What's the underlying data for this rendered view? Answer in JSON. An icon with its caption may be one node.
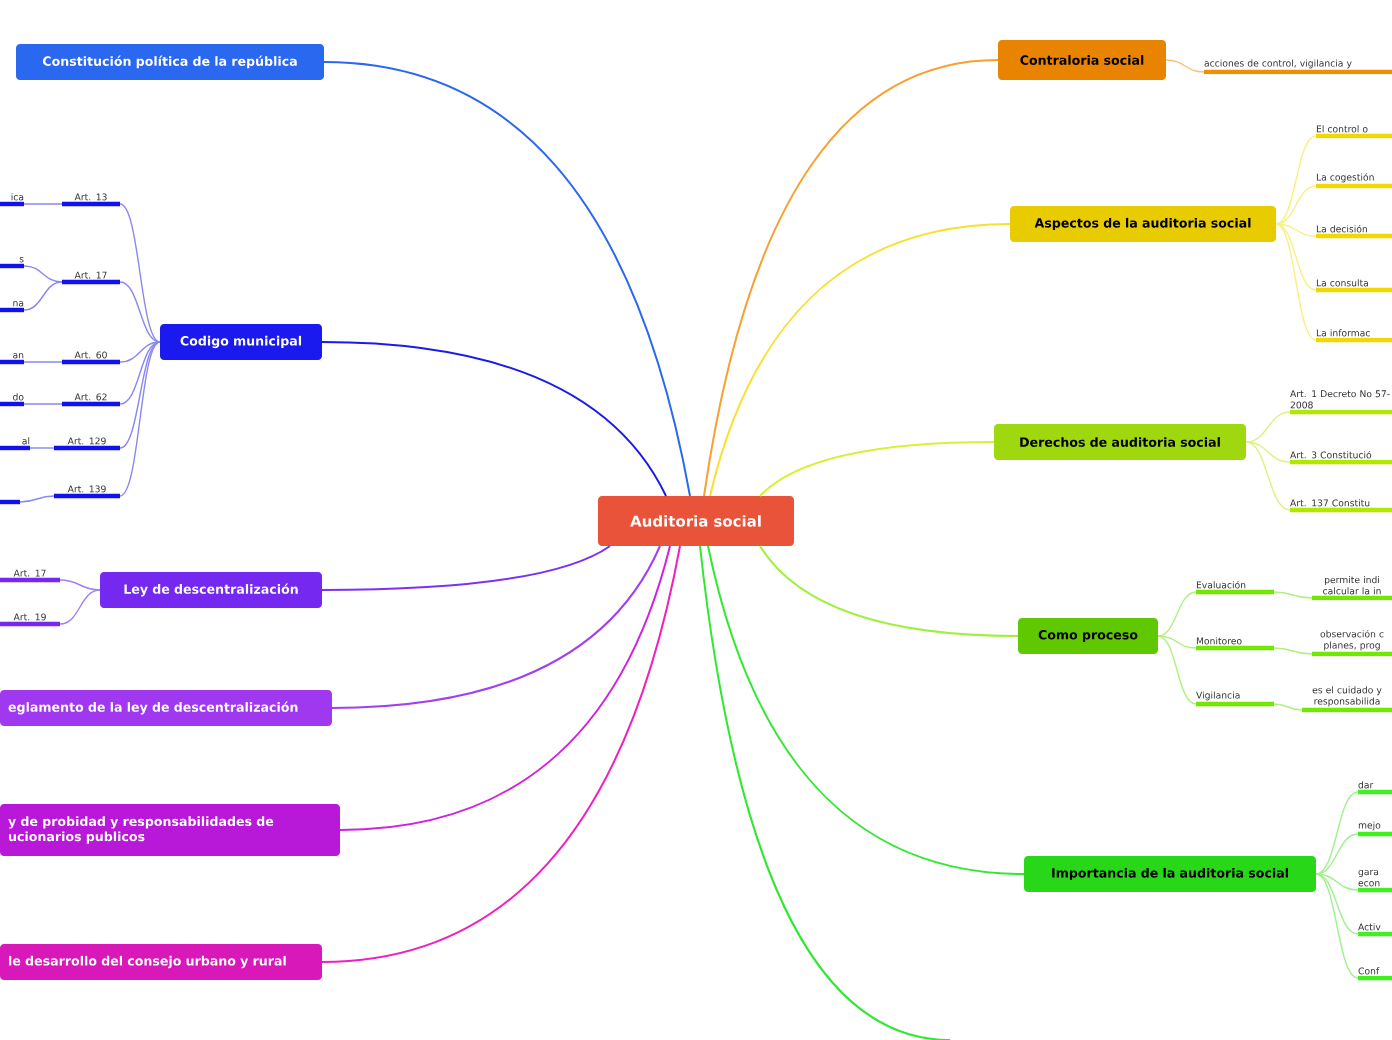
{
  "diagram": {
    "nodes": [
      {
        "text": [
          "Auditoria social"
        ]
      },
      {
        "text": [
          "Constitución política de la república"
        ]
      },
      {
        "text": [
          "Codigo municipal"
        ]
      },
      {
        "text": [
          "Art. 13"
        ]
      },
      {
        "text": [
          "ica"
        ]
      },
      {
        "text": [
          "Art. 17"
        ]
      },
      {
        "text": [
          "s"
        ]
      },
      {
        "text": [
          "na"
        ]
      },
      {
        "text": [
          "Art. 60"
        ]
      },
      {
        "text": [
          "an"
        ]
      },
      {
        "text": [
          "Art. 62"
        ]
      },
      {
        "text": [
          "do"
        ]
      },
      {
        "text": [
          "Art. 129"
        ]
      },
      {
        "text": [
          "al"
        ]
      },
      {
        "text": [
          "Art. 139"
        ]
      },
      {
        "text": [],
        "shape": "bar"
      },
      {
        "text": [
          "Ley de descentralización"
        ]
      },
      {
        "text": [
          "Art. 17"
        ]
      },
      {
        "text": [
          "Art. 19"
        ]
      },
      {
        "text": [
          "eglamento de la ley de descentralización"
        ]
      },
      {
        "text": [
          "y de probidad y responsabilidades de ucionarios publicos"
        ]
      },
      {
        "text": [
          "le desarrollo del consejo urbano y rural"
        ]
      },
      {
        "text": [
          "Contraloria social"
        ]
      },
      {
        "text": [
          "acciones de control, vigilancia y"
        ]
      },
      {
        "text": [
          "Aspectos de la auditoria social"
        ]
      },
      {
        "text": [
          "El control o"
        ]
      },
      {
        "text": [
          "La cogestión"
        ]
      },
      {
        "text": [
          "La decisión"
        ]
      },
      {
        "text": [
          "La consulta"
        ]
      },
      {
        "text": [
          "La informac"
        ]
      },
      {
        "text": [
          "Derechos de auditoria social"
        ]
      },
      {
        "text": [
          "Art. 1 Decreto No 57-2008"
        ]
      },
      {
        "text": [
          "Art. 3 Constitució"
        ]
      },
      {
        "text": [
          "Art. 137 Constitu"
        ]
      },
      {
        "text": [
          "Como proceso"
        ]
      },
      {
        "text": [
          "Evaluación"
        ]
      },
      {
        "text": [
          "permite indi calcular la in"
        ]
      },
      {
        "text": [
          "Monitoreo"
        ]
      },
      {
        "text": [
          "observación c planes, prog"
        ]
      },
      {
        "text": [
          "Vigilancia"
        ]
      },
      {
        "text": [
          "es el cuidado y responsabilida"
        ]
      },
      {
        "text": [
          "Importancia de la auditoria social"
        ]
      },
      {
        "text": [
          "dar"
        ]
      },
      {
        "text": [
          "mejo"
        ]
      },
      {
        "text": [
          "gara econ"
        ]
      },
      {
        "text": [
          "Activ"
        ]
      },
      {
        "text": [
          "Conf"
        ]
      }
    ],
    "edges": [
      {
        "from": 0,
        "to": 1,
        "arrow": "none",
        "color": "#2a68f0"
      },
      {
        "from": 0,
        "to": 2,
        "arrow": "none",
        "color": "#1a1aee"
      },
      {
        "from": 0,
        "to": 16,
        "arrow": "none",
        "color": "#7a30f5"
      },
      {
        "from": 0,
        "to": 19,
        "arrow": "none",
        "color": "#a040f0"
      },
      {
        "from": 0,
        "to": 20,
        "arrow": "none",
        "color": "#d020e0"
      },
      {
        "from": 0,
        "to": 21,
        "arrow": "none",
        "color": "#f020c0"
      },
      {
        "from": 0,
        "to": 22,
        "arrow": "none",
        "color": "#f8a030"
      },
      {
        "from": 0,
        "to": 24,
        "arrow": "none",
        "color": "#f8e030"
      },
      {
        "from": 0,
        "to": 30,
        "arrow": "none",
        "color": "#d8f030"
      },
      {
        "from": 0,
        "to": 34,
        "arrow": "none",
        "color": "#a0f040"
      },
      {
        "from": 0,
        "to": 41,
        "arrow": "none",
        "color": "#30e830"
      },
      {
        "from": 0,
        "to": null,
        "arrow": "none",
        "color": "#30e830"
      },
      {
        "from": 2,
        "to": 3,
        "arrow": "none",
        "color": "#8888f0"
      },
      {
        "from": 3,
        "to": 4,
        "arrow": "none",
        "color": "#8888f0"
      },
      {
        "from": 2,
        "to": 5,
        "arrow": "none",
        "color": "#8888f0"
      },
      {
        "from": 5,
        "to": 6,
        "arrow": "none",
        "color": "#8888f0"
      },
      {
        "from": 5,
        "to": 7,
        "arrow": "none",
        "color": "#8888f0"
      },
      {
        "from": 2,
        "to": 8,
        "arrow": "none",
        "color": "#8888f0"
      },
      {
        "from": 8,
        "to": 9,
        "arrow": "none",
        "color": "#8888f0"
      },
      {
        "from": 2,
        "to": 10,
        "arrow": "none",
        "color": "#8888f0"
      },
      {
        "from": 10,
        "to": 11,
        "arrow": "none",
        "color": "#8888f0"
      },
      {
        "from": 2,
        "to": 12,
        "arrow": "none",
        "color": "#8888f0"
      },
      {
        "from": 12,
        "to": 13,
        "arrow": "none",
        "color": "#8888f0"
      },
      {
        "from": 2,
        "to": 14,
        "arrow": "none",
        "color": "#8888f0"
      },
      {
        "from": 14,
        "to": 15,
        "arrow": "none",
        "color": "#8888f0"
      },
      {
        "from": 16,
        "to": 17,
        "arrow": "none",
        "color": "#a080f0"
      },
      {
        "from": 16,
        "to": 18,
        "arrow": "none",
        "color": "#a080f0"
      },
      {
        "from": 22,
        "to": 23,
        "arrow": "none",
        "color": "#f8c070"
      },
      {
        "from": 24,
        "to": 25,
        "arrow": "none",
        "color": "#f8f080"
      },
      {
        "from": 24,
        "to": 26,
        "arrow": "none",
        "color": "#f8f080"
      },
      {
        "from": 24,
        "to": 27,
        "arrow": "none",
        "color": "#f8f080"
      },
      {
        "from": 24,
        "to": 28,
        "arrow": "none",
        "color": "#f8f080"
      },
      {
        "from": 24,
        "to": 29,
        "arrow": "none",
        "color": "#f8f080"
      },
      {
        "from": 30,
        "to": 31,
        "arrow": "none",
        "color": "#e0f080"
      },
      {
        "from": 30,
        "to": 32,
        "arrow": "none",
        "color": "#e0f080"
      },
      {
        "from": 30,
        "to": 33,
        "arrow": "none",
        "color": "#e0f080"
      },
      {
        "from": 34,
        "to": 35,
        "arrow": "none",
        "color": "#b0f080"
      },
      {
        "from": 35,
        "to": 36,
        "arrow": "none",
        "color": "#b0f080"
      },
      {
        "from": 34,
        "to": 37,
        "arrow": "none",
        "color": "#b0f080"
      },
      {
        "from": 37,
        "to": 38,
        "arrow": "none",
        "color": "#b0f080"
      },
      {
        "from": 34,
        "to": 39,
        "arrow": "none",
        "color": "#b0f080"
      },
      {
        "from": 39,
        "to": 40,
        "arrow": "none",
        "color": "#b0f080"
      },
      {
        "from": 41,
        "to": 42,
        "arrow": "none",
        "color": "#a0f090"
      },
      {
        "from": 41,
        "to": 43,
        "arrow": "none",
        "color": "#a0f090"
      },
      {
        "from": 41,
        "to": 44,
        "arrow": "none",
        "color": "#a0f090"
      },
      {
        "from": 41,
        "to": 45,
        "arrow": "none",
        "color": "#a0f090"
      },
      {
        "from": 41,
        "to": 46,
        "arrow": "none",
        "color": "#a0f090"
      }
    ]
  }
}
